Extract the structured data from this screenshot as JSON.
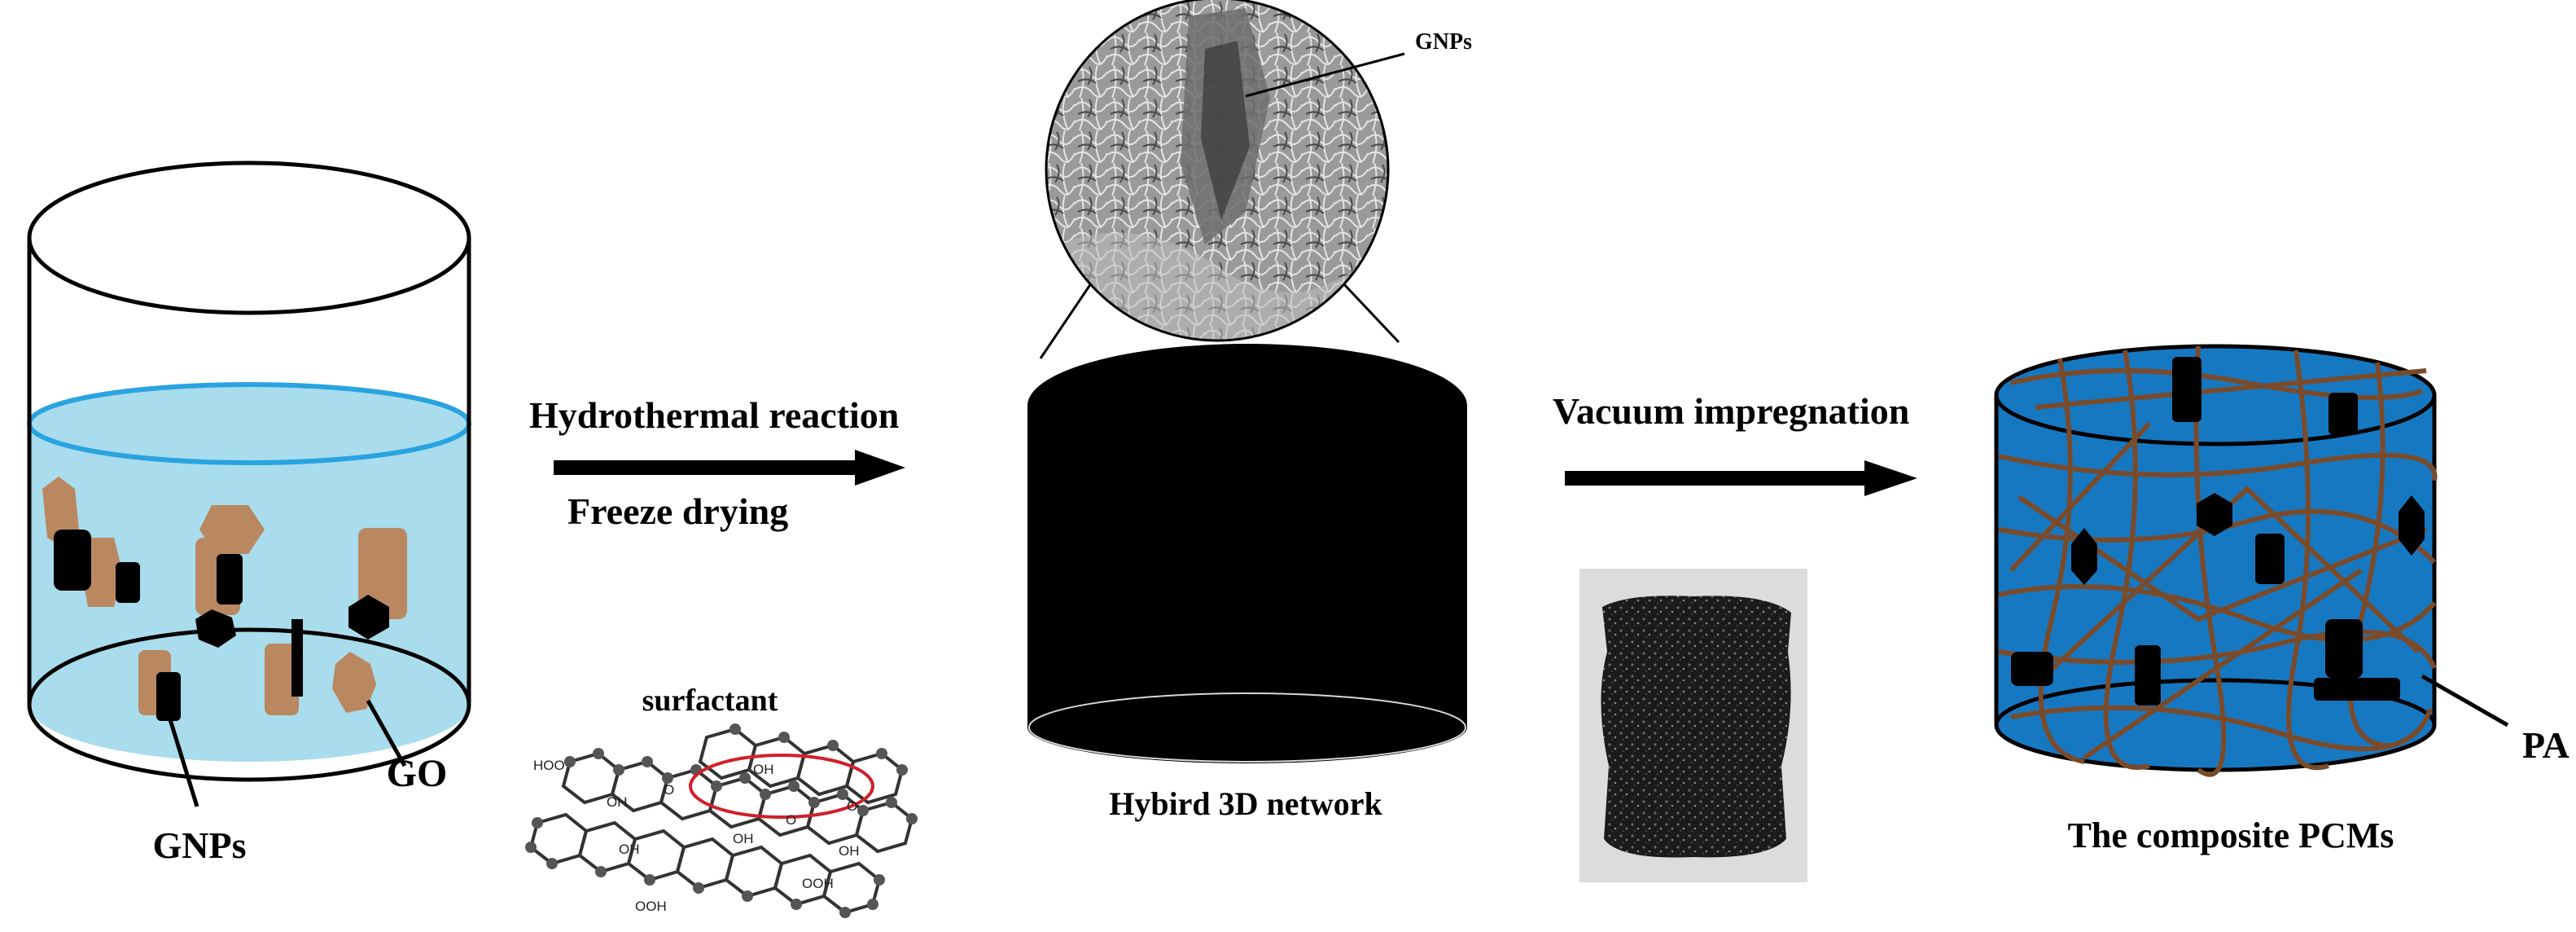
{
  "labels": {
    "gnps_beaker": "GNPs",
    "go": "GO",
    "step1_top": "Hydrothermal reaction",
    "step1_bottom": "Freeze drying",
    "surfactant": "surfactant",
    "gnps_sem": "GNPs",
    "network": "Hybird 3D network",
    "step2": "Vacuum impregnation",
    "pa": "PA",
    "composite": "The composite PCMs"
  },
  "molecule": {
    "groups": [
      "HOO",
      "OH",
      "O",
      "OH",
      "O",
      "O",
      "OH",
      "OH",
      "OH",
      "OOH",
      "OOH"
    ]
  },
  "colors": {
    "water": "#a9dcec",
    "water_rim": "#2aa3e0",
    "go_flake": "#b98860",
    "composite_blue": "#1778c2",
    "fiber": "#7a4b2a",
    "molecule_ring": "#d0202a"
  }
}
